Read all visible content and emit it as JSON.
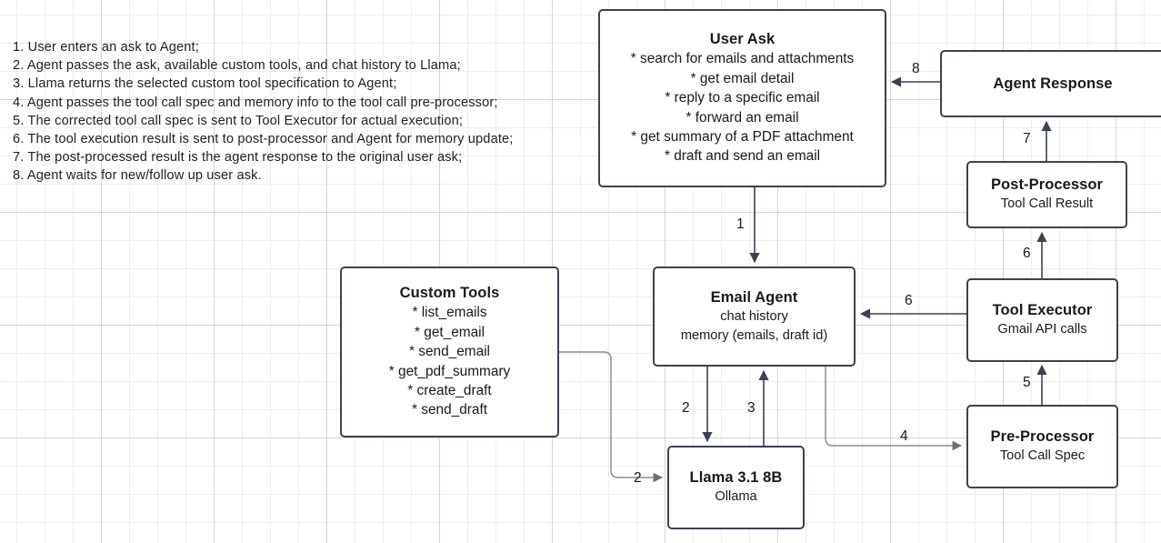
{
  "diagram": {
    "title_notes": [
      "1. User enters an ask to Agent;",
      "2. Agent passes the ask, available custom tools, and chat history to Llama;",
      "3. Llama returns the selected custom tool specification to Agent;",
      "4. Agent passes the tool call spec and memory info to the tool call pre-processor;",
      "5. The corrected tool call spec is sent to Tool Executor for actual execution;",
      "6. The tool execution result is sent to post-processor and Agent for memory update;",
      "7. The post-processed result is the agent response to the original user ask;",
      "8. Agent waits for new/follow up user ask."
    ],
    "colors": {
      "node_border": "#3b4251",
      "edge_stroke": "#3b4251",
      "edge_stroke_light": "#8d8d8d",
      "text": "#1a1a1a",
      "grid_minor": "#ededed",
      "grid_major": "#d6d6d6",
      "background": "#ffffff"
    },
    "nodes": {
      "user_ask": {
        "title": "User Ask",
        "lines": [
          "* search for emails and attachments",
          "* get email detail",
          "* reply to a specific email",
          "* forward an email",
          "* get summary of a PDF attachment",
          "* draft and send an email"
        ]
      },
      "agent_response": {
        "title": "Agent Response",
        "lines": []
      },
      "post_processor": {
        "title": "Post-Processor",
        "subtitle": "Tool Call Result"
      },
      "tool_executor": {
        "title": "Tool Executor",
        "subtitle": "Gmail API calls"
      },
      "pre_processor": {
        "title": "Pre-Processor",
        "subtitle": "Tool Call Spec"
      },
      "email_agent": {
        "title": "Email Agent",
        "subtitle_1": "chat history",
        "subtitle_2": "memory (emails, draft id)"
      },
      "custom_tools": {
        "title": "Custom Tools",
        "lines": [
          "* list_emails",
          "* get_email",
          "* send_email",
          "* get_pdf_summary",
          "* create_draft",
          "* send_draft"
        ]
      },
      "llama": {
        "title": "Llama 3.1 8B",
        "subtitle": "Ollama"
      }
    },
    "edges": [
      {
        "id": "e1",
        "label": "1",
        "from": "user_ask",
        "to": "email_agent"
      },
      {
        "id": "e2a",
        "label": "2",
        "from": "email_agent",
        "to": "llama"
      },
      {
        "id": "e2b",
        "label": "2",
        "from": "custom_tools",
        "to": "llama"
      },
      {
        "id": "e3",
        "label": "3",
        "from": "llama",
        "to": "email_agent"
      },
      {
        "id": "e4",
        "label": "4",
        "from": "email_agent",
        "to": "pre_processor"
      },
      {
        "id": "e5",
        "label": "5",
        "from": "pre_processor",
        "to": "tool_executor"
      },
      {
        "id": "e6a",
        "label": "6",
        "from": "tool_executor",
        "to": "post_processor"
      },
      {
        "id": "e6b",
        "label": "6",
        "from": "tool_executor",
        "to": "email_agent"
      },
      {
        "id": "e7",
        "label": "7",
        "from": "post_processor",
        "to": "agent_response"
      },
      {
        "id": "e8",
        "label": "8",
        "from": "agent_response",
        "to": "user_ask"
      }
    ]
  }
}
